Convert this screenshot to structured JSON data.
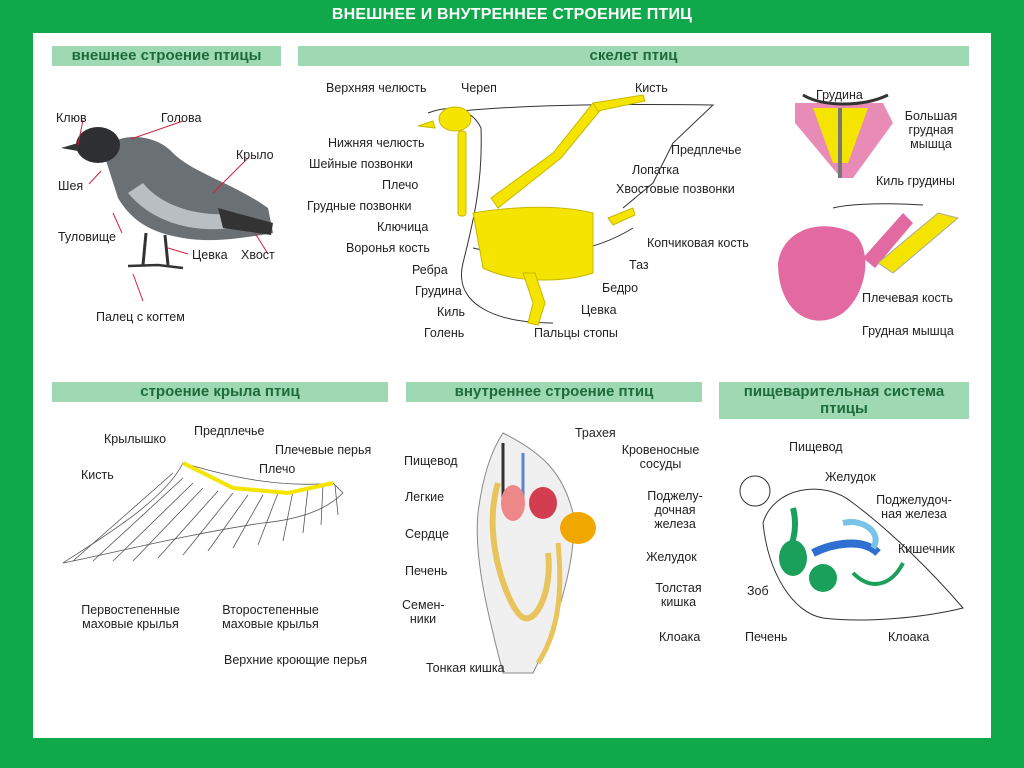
{
  "title": "ВНЕШНЕЕ И ВНУТРЕННЕЕ СТРОЕНИЕ ПТИЦ",
  "sections": {
    "external": "внешнее строение птицы",
    "skeleton": "скелет птиц",
    "wing": "строение крыла птиц",
    "internal": "внутреннее строение птиц",
    "digestive": "пищеварительная система птицы"
  },
  "external_labels": {
    "beak": "Клюв",
    "head": "Голова",
    "wing": "Крыло",
    "neck": "Шея",
    "body": "Туловище",
    "tarsus": "Цевка",
    "tail": "Хвост",
    "toe": "Палец с когтем"
  },
  "skeleton_labels": {
    "upper_jaw": "Верхняя челюсть",
    "skull": "Череп",
    "hand": "Кисть",
    "lower_jaw": "Нижняя челюсть",
    "neck_vert": "Шейные позвонки",
    "forearm": "Предплечье",
    "shoulder": "Плечо",
    "scapula": "Лопатка",
    "thoracic": "Грудные позвонки",
    "tail_vert": "Хвостовые позвонки",
    "clavicle": "Ключица",
    "coracoid": "Воронья кость",
    "pygostyle": "Копчиковая кость",
    "ribs": "Ребра",
    "pelvis": "Таз",
    "sternum": "Грудина",
    "femur": "Бедро",
    "keel": "Киль",
    "tarsus": "Цевка",
    "shin": "Голень",
    "toes": "Пальцы стопы"
  },
  "muscle_labels": {
    "sternum": "Грудина",
    "big_muscle": "Большая грудная мышца",
    "keel": "Киль грудины",
    "humerus": "Плечевая кость",
    "pectoral": "Грудная мышца"
  },
  "wing_labels": {
    "forearm": "Предплечье",
    "alula": "Крылышко",
    "shoulder_feathers": "Плечевые перья",
    "shoulder": "Плечо",
    "hand": "Кисть",
    "primary": "Первостепенные маховые крылья",
    "secondary": "Второстепенные маховые крылья",
    "coverts": "Верхние кроющие перья"
  },
  "internal_labels": {
    "trachea": "Трахея",
    "esophagus": "Пищевод",
    "vessels": "Кровеносные сосуды",
    "lungs": "Легкие",
    "pancreas": "Поджелу-дочная железа",
    "heart": "Сердце",
    "stomach": "Желудок",
    "liver": "Печень",
    "large_int": "Толстая кишка",
    "testes": "Семен-ники",
    "cloaca": "Клоака",
    "small_int": "Тонкая кишка"
  },
  "digestive_labels": {
    "esophagus": "Пищевод",
    "stomach": "Желудок",
    "pancreas": "Поджелудоч-ная железа",
    "intestine": "Кишечник",
    "crop": "Зоб",
    "liver": "Печень",
    "cloaca": "Клоака"
  },
  "colors": {
    "frame": "#0fa84a",
    "header_bg": "#9fd9b3",
    "header_text": "#1d6b3a",
    "bone": "#f5e400",
    "muscle": "#e26aa0",
    "leader": "#d1213a"
  }
}
